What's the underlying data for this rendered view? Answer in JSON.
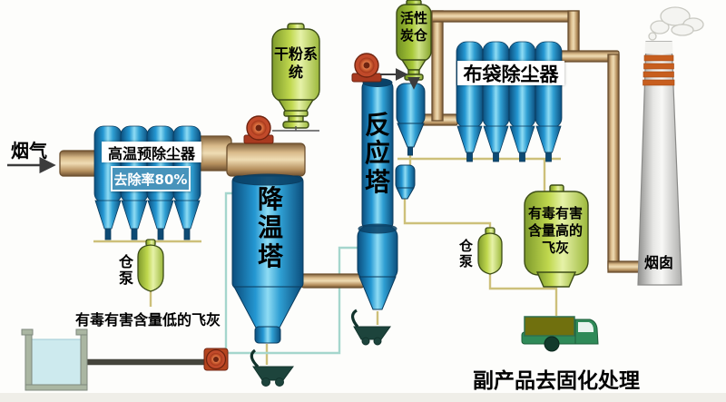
{
  "diagram": {
    "labels": {
      "flue_gas": "烟气",
      "pre_collector": "高温预除尘器",
      "removal_rate": "去除率80%",
      "silo_pump_left": "仓泵",
      "low_toxic_fly_ash": "有毒有害含量低的飞灰",
      "dry_powder_system": "干粉系统",
      "cooling_tower": "降温塔",
      "reaction_tower": "反应塔",
      "activated_carbon_bin": "活性炭仓",
      "bag_filter": "布袋除尘器",
      "silo_pump_mid": "仓泵",
      "high_toxic_fly_ash": "有毒有害含量高的飞灰",
      "chimney": "烟囱",
      "byproduct_treatment": "副产品去固化处理"
    },
    "colors": {
      "vessel_blue": "#2497d2",
      "vessel_green": "#c0d84e",
      "pipe_tan": "#d9ba8a",
      "pump_red": "#c14a2a",
      "ash_line": "#cdc07a",
      "water_line": "#a5d6cd",
      "chimney_stripe": "#c75e1e",
      "rate_badge_bg": "#4793bb",
      "truck_green": "#2f8a58",
      "cargo_olive": "#70700e"
    }
  }
}
